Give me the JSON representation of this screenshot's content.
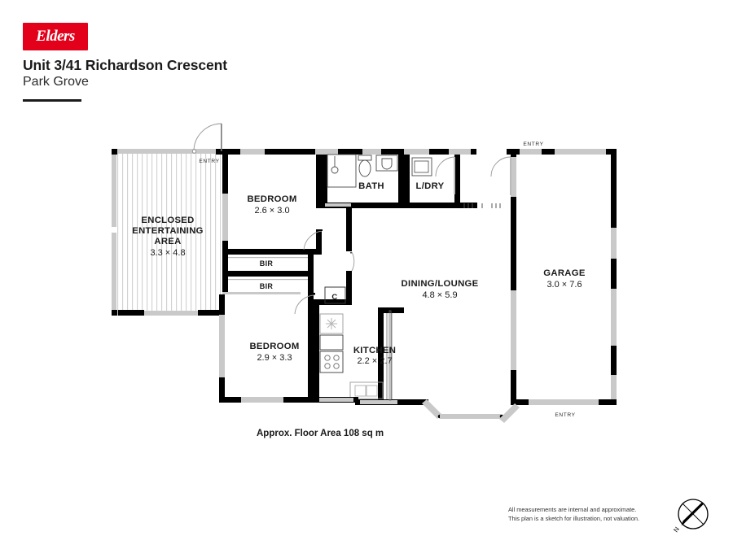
{
  "brand": {
    "logo_text": "Elders",
    "logo_color": "#e2001a"
  },
  "header": {
    "title": "Unit 3/41 Richardson Crescent",
    "subtitle": "Park Grove"
  },
  "floor_plan": {
    "floor_area_label": "Approx. Floor Area 108 sq m",
    "wall_color": "#000000",
    "window_color": "#c9c9c9",
    "rooms": [
      {
        "id": "entertaining",
        "name": "ENCLOSED ENTERTAINING AREA",
        "name_lines": [
          "ENCLOSED",
          "ENTERTAINING",
          "AREA"
        ],
        "dimensions": "3.3 × 4.8"
      },
      {
        "id": "bedroom1",
        "name": "BEDROOM",
        "dimensions": "2.6 × 3.0"
      },
      {
        "id": "bedroom2",
        "name": "BEDROOM",
        "dimensions": "2.9 × 3.3"
      },
      {
        "id": "bath",
        "name": "BATH",
        "dimensions": ""
      },
      {
        "id": "laundry",
        "name": "L/DRY",
        "dimensions": ""
      },
      {
        "id": "dining-lounge",
        "name": "DINING/LOUNGE",
        "dimensions": "4.8 × 5.9"
      },
      {
        "id": "kitchen",
        "name": "KITCHEN",
        "dimensions": "2.2 × 2.7"
      },
      {
        "id": "garage",
        "name": "GARAGE",
        "dimensions": "3.0 × 7.6"
      },
      {
        "id": "bir-top",
        "name": "BIR",
        "dimensions": ""
      },
      {
        "id": "bir-bottom",
        "name": "BIR",
        "dimensions": ""
      },
      {
        "id": "cupboard",
        "name": "C",
        "dimensions": ""
      }
    ],
    "entry_labels": [
      "ENTRY",
      "ENTRY",
      "ENTRY"
    ],
    "compass_label": "N"
  },
  "disclaimer": {
    "line1": "All measurements are internal and approximate.",
    "line2": "This plan is a sketch for illustration, not valuation."
  }
}
